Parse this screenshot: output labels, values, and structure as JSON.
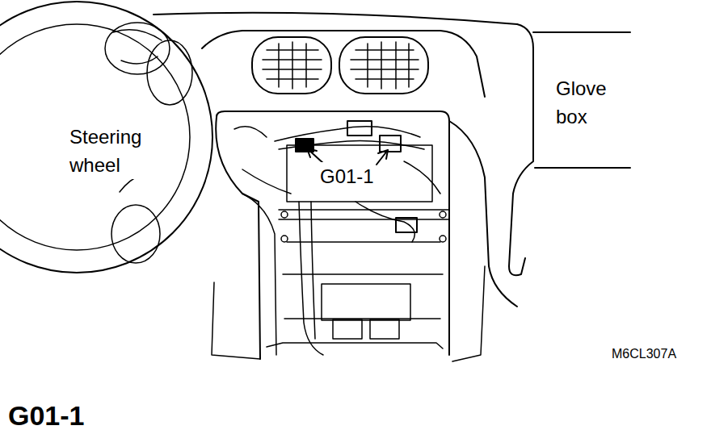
{
  "diagram": {
    "caption": "G01-1",
    "labels": [
      "Steering wheel",
      "Glove box",
      "G01-1",
      "M6CL307A"
    ]
  }
}
